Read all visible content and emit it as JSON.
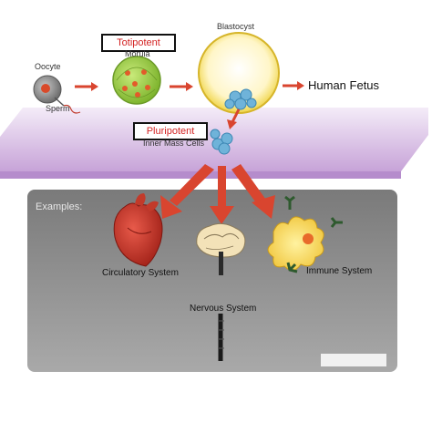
{
  "labels": {
    "oocyte": "Oocyte",
    "sperm": "Sperm",
    "totipotent": "Totipotent",
    "morula": "Morula",
    "blastocyst": "Blastocyst",
    "human_fetus": "Human Fetus",
    "pluripotent": "Pluripotent",
    "inner_mass_cells": "Inner Mass Cells",
    "examples": "Examples:",
    "circulatory_system": "Circulatory System",
    "nervous_system": "Nervous System",
    "immune_system": "Immune System"
  },
  "colors": {
    "arrow_red": "#d9452f",
    "highlight_red": "#d32222",
    "platform_purple": "#c9a8d9",
    "examples_panel": "#8f8f8f",
    "morula_green": "#9ccf4a",
    "blastocyst_yellow": "#f2d94a",
    "inner_cell_blue": "#6fb3d9"
  },
  "icons": [
    "oocyte-cell",
    "sperm",
    "morula-cluster",
    "blastocyst",
    "inner-mass-cells",
    "heart-icon",
    "brain-spine-icon",
    "immune-cell-icon",
    "antibody-icon"
  ]
}
